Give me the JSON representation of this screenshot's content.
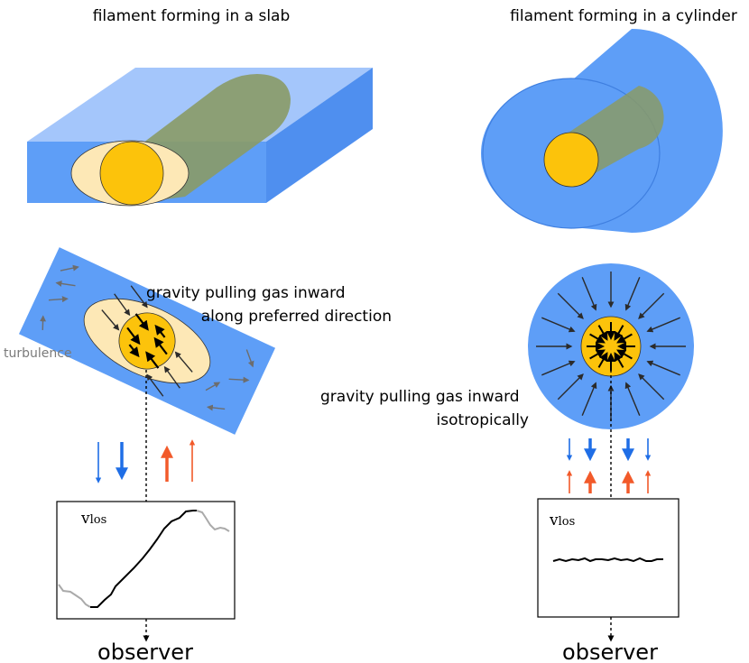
{
  "slab_panel": {
    "title": "filament forming in a slab",
    "caption_line1": "gravity pulling gas inward",
    "caption_line2": "along preferred direction",
    "turbulence_label": "turbulence",
    "plot_label_main": "v",
    "plot_label_sub": "los",
    "observer_label": "observer"
  },
  "cylinder_panel": {
    "title": "filament forming in a cylinder",
    "caption_line1": "gravity pulling gas inward",
    "caption_line2": "isotropically",
    "plot_label_main": "v",
    "plot_label_sub": "los",
    "observer_label": "observer"
  },
  "colors": {
    "gas_blue": "#5e9ef7",
    "gas_blue_light": "#8fb9f9",
    "filament_yellow": "#fcc30b",
    "envelope_cream": "#fde8b6",
    "filament_olive": "#8a9a66",
    "blueshift_arrow": "#1f6ee6",
    "redshift_arrow": "#f25a2a",
    "dark_arrow": "#2b2b2b",
    "turbulence_arrow": "#6d6d6d",
    "wing_gray": "#aaaaaa"
  }
}
